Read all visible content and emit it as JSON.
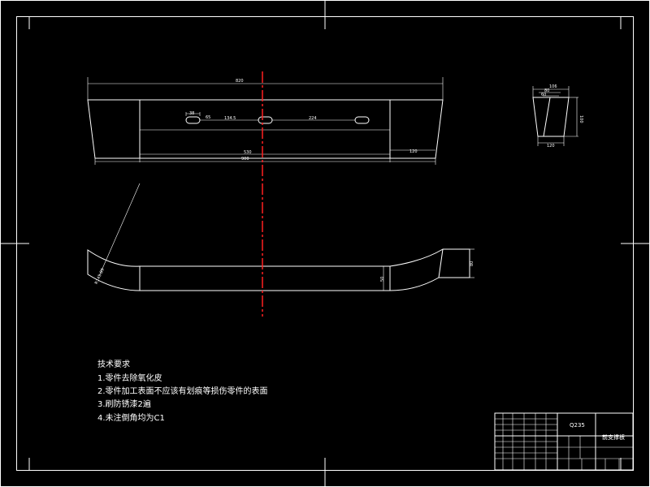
{
  "drawing": {
    "line_color": "#ffffff",
    "centerline_color": "#ff2020",
    "background": "#000000",
    "front_view": {
      "dims": {
        "overall_top": "820",
        "slot_w": "38",
        "slot_gap": "65",
        "slot_pitch1": "134.5",
        "slot_pitch2": "224",
        "inner_len": "530",
        "end_len": "120",
        "total_len": "900"
      }
    },
    "side_view": {
      "dims": {
        "top": "106",
        "inner1": "80",
        "inner2": "60",
        "height": "100",
        "bottom": "120"
      }
    },
    "bottom_view": {
      "dims": {
        "radius": "R145.89",
        "h1": "50",
        "h2": "80"
      }
    },
    "notes": {
      "title": "技术要求",
      "items": [
        "1.零件去除氧化皮",
        "2.零件加工表面不应该有划痕等损伤零件的表面",
        "3.刷防锈漆2遍",
        "4.未注倒角均为C1"
      ]
    },
    "title_block": {
      "material": "Q235",
      "part_name": "前支撑板"
    }
  }
}
